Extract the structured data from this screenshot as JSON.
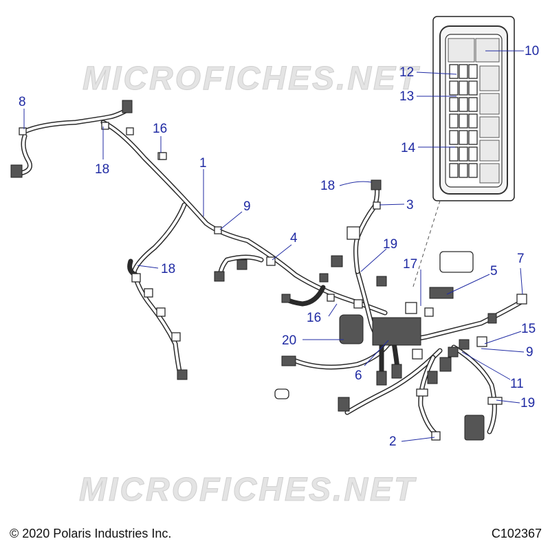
{
  "watermark": "MICROFICHES.NET",
  "callouts": [
    {
      "label": "1"
    },
    {
      "label": "2"
    },
    {
      "label": "3"
    },
    {
      "label": "4"
    },
    {
      "label": "5"
    },
    {
      "label": "6"
    },
    {
      "label": "7"
    },
    {
      "label": "8"
    },
    {
      "label": "9"
    },
    {
      "label": "9"
    },
    {
      "label": "10"
    },
    {
      "label": "11"
    },
    {
      "label": "12"
    },
    {
      "label": "13"
    },
    {
      "label": "14"
    },
    {
      "label": "15"
    },
    {
      "label": "16"
    },
    {
      "label": "16"
    },
    {
      "label": "17"
    },
    {
      "label": "18"
    },
    {
      "label": "18"
    },
    {
      "label": "18"
    },
    {
      "label": "19"
    },
    {
      "label": "19"
    },
    {
      "label": "20"
    }
  ],
  "footer": {
    "copyright": "© 2020 Polaris Industries Inc.",
    "diagram_id": "C102367"
  }
}
